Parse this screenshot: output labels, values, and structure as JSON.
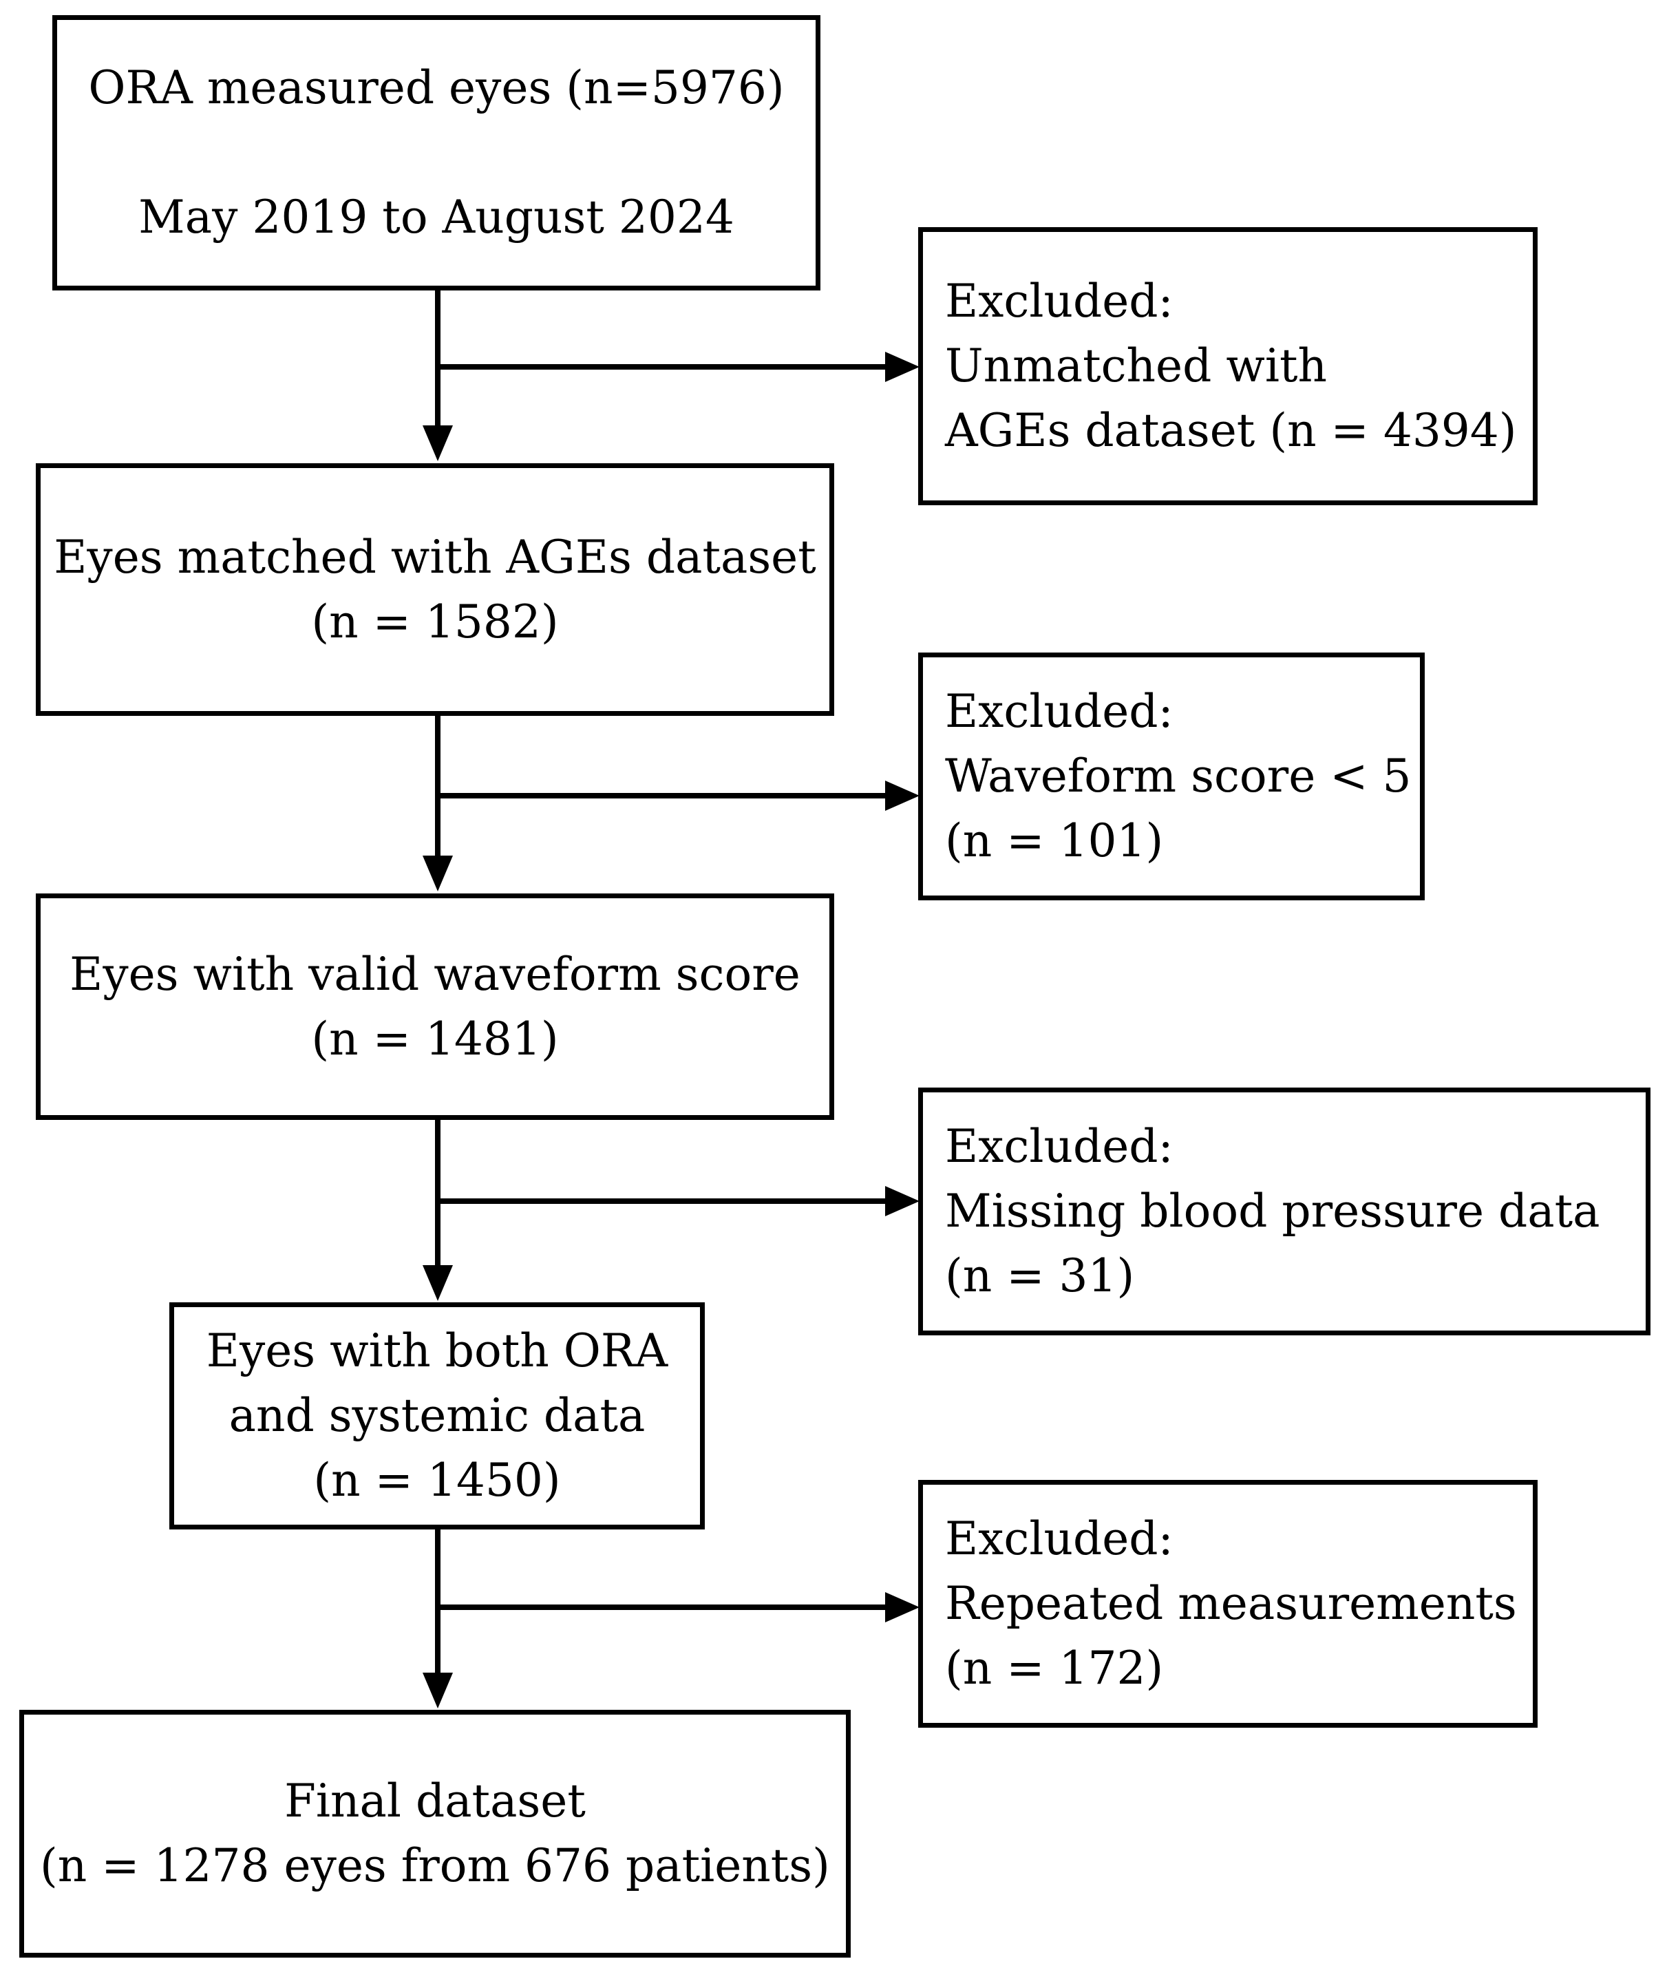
{
  "main_boxes": [
    {
      "lines": [
        "ORA measured eyes (n=5976)",
        "",
        "May 2019 to August 2024"
      ]
    },
    {
      "lines": [
        "Eyes matched with AGEs dataset",
        "(n = 1582)"
      ]
    },
    {
      "lines": [
        "Eyes with valid waveform score",
        "(n = 1481)"
      ]
    },
    {
      "lines": [
        "Eyes with both ORA",
        "and systemic data",
        "(n = 1450)"
      ]
    },
    {
      "lines": [
        "Final dataset",
        "(n = 1278 eyes from 676 patients)"
      ]
    }
  ],
  "exclusion_boxes": [
    {
      "lines": [
        "Excluded:",
        "Unmatched with",
        "AGEs dataset (n = 4394)"
      ]
    },
    {
      "lines": [
        "Excluded:",
        "Waveform score < 5",
        "(n = 101)"
      ]
    },
    {
      "lines": [
        "Excluded:",
        "Missing blood pressure data",
        "(n = 31)"
      ]
    },
    {
      "lines": [
        "Excluded:",
        "Repeated measurements",
        "(n = 172)"
      ]
    }
  ]
}
